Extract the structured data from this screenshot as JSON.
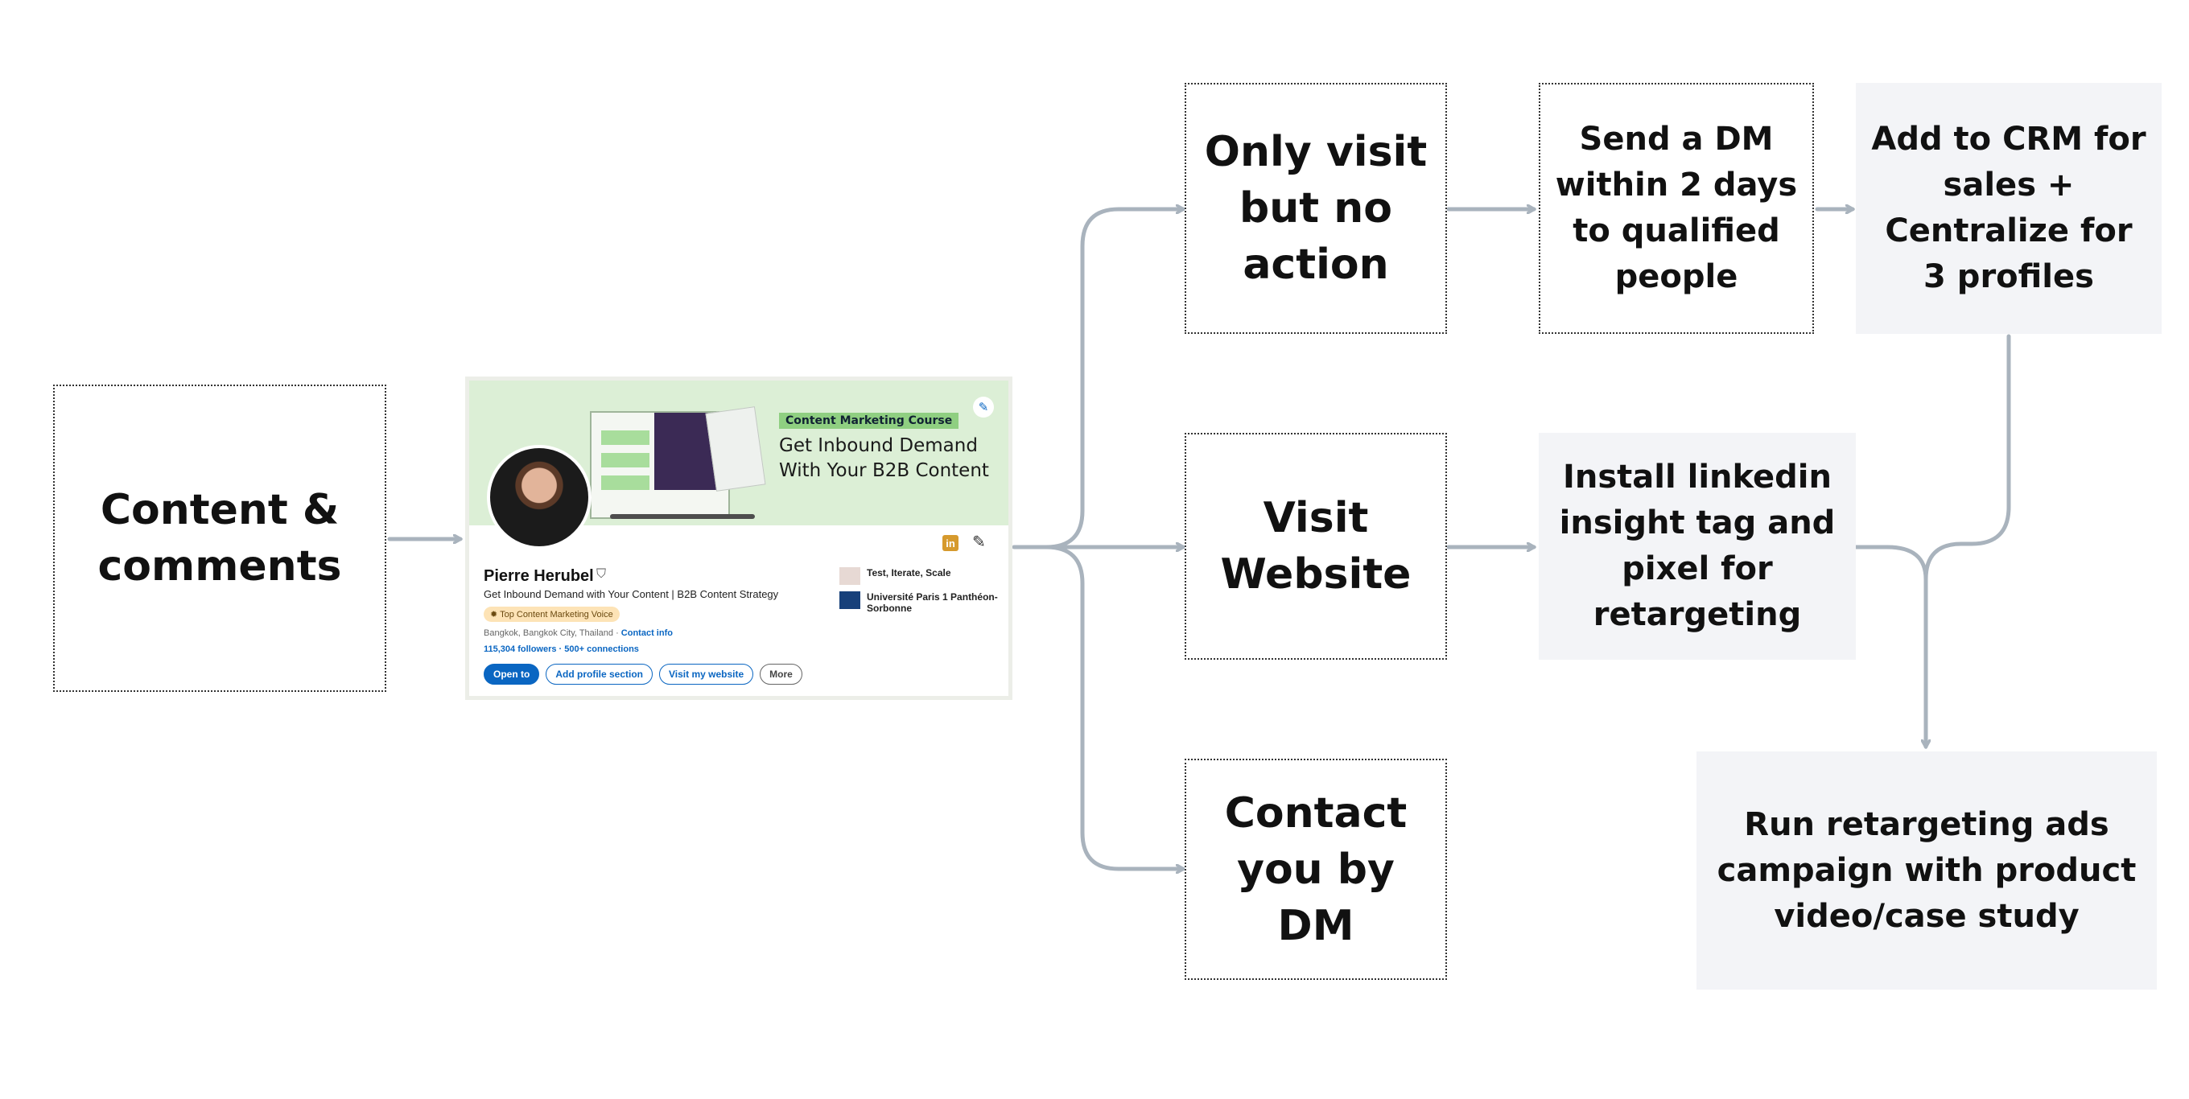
{
  "colors": {
    "connector": "#a9b3bd",
    "filled_box": "#f3f4f7",
    "linkedin_blue": "#0a66c2",
    "banner_green": "#dcefd6"
  },
  "nodes": {
    "content_comments": "Content & comments",
    "only_visit": "Only visit but no action",
    "visit_website": "Visit Website",
    "contact_dm": "Contact you by DM",
    "send_dm": "Send a DM within 2 days to qualified people",
    "add_crm": "Add to CRM for sales + Centralize for 3 profiles",
    "install_tag": "Install linkedin insight tag and pixel for retargeting",
    "run_ads": "Run retargeting ads campaign with product video/case study"
  },
  "linkedin_card": {
    "course_tag": "Content Marketing Course",
    "headline": "Get Inbound Demand With Your B2B Content",
    "name": "Pierre Herubel",
    "tagline": "Get Inbound Demand with Your Content | B2B Content Strategy",
    "badge": "Top Content Marketing Voice",
    "location": "Bangkok, Bangkok City, Thailand · ",
    "contact_info": "Contact info",
    "followers": "115,304 followers",
    "connections": "500+ connections",
    "buttons": {
      "open_to": "Open to",
      "add_section": "Add profile section",
      "visit_website": "Visit my website",
      "more": "More"
    },
    "experience": "Test, Iterate, Scale",
    "education": "Université Paris 1 Panthéon-Sorbonne"
  }
}
